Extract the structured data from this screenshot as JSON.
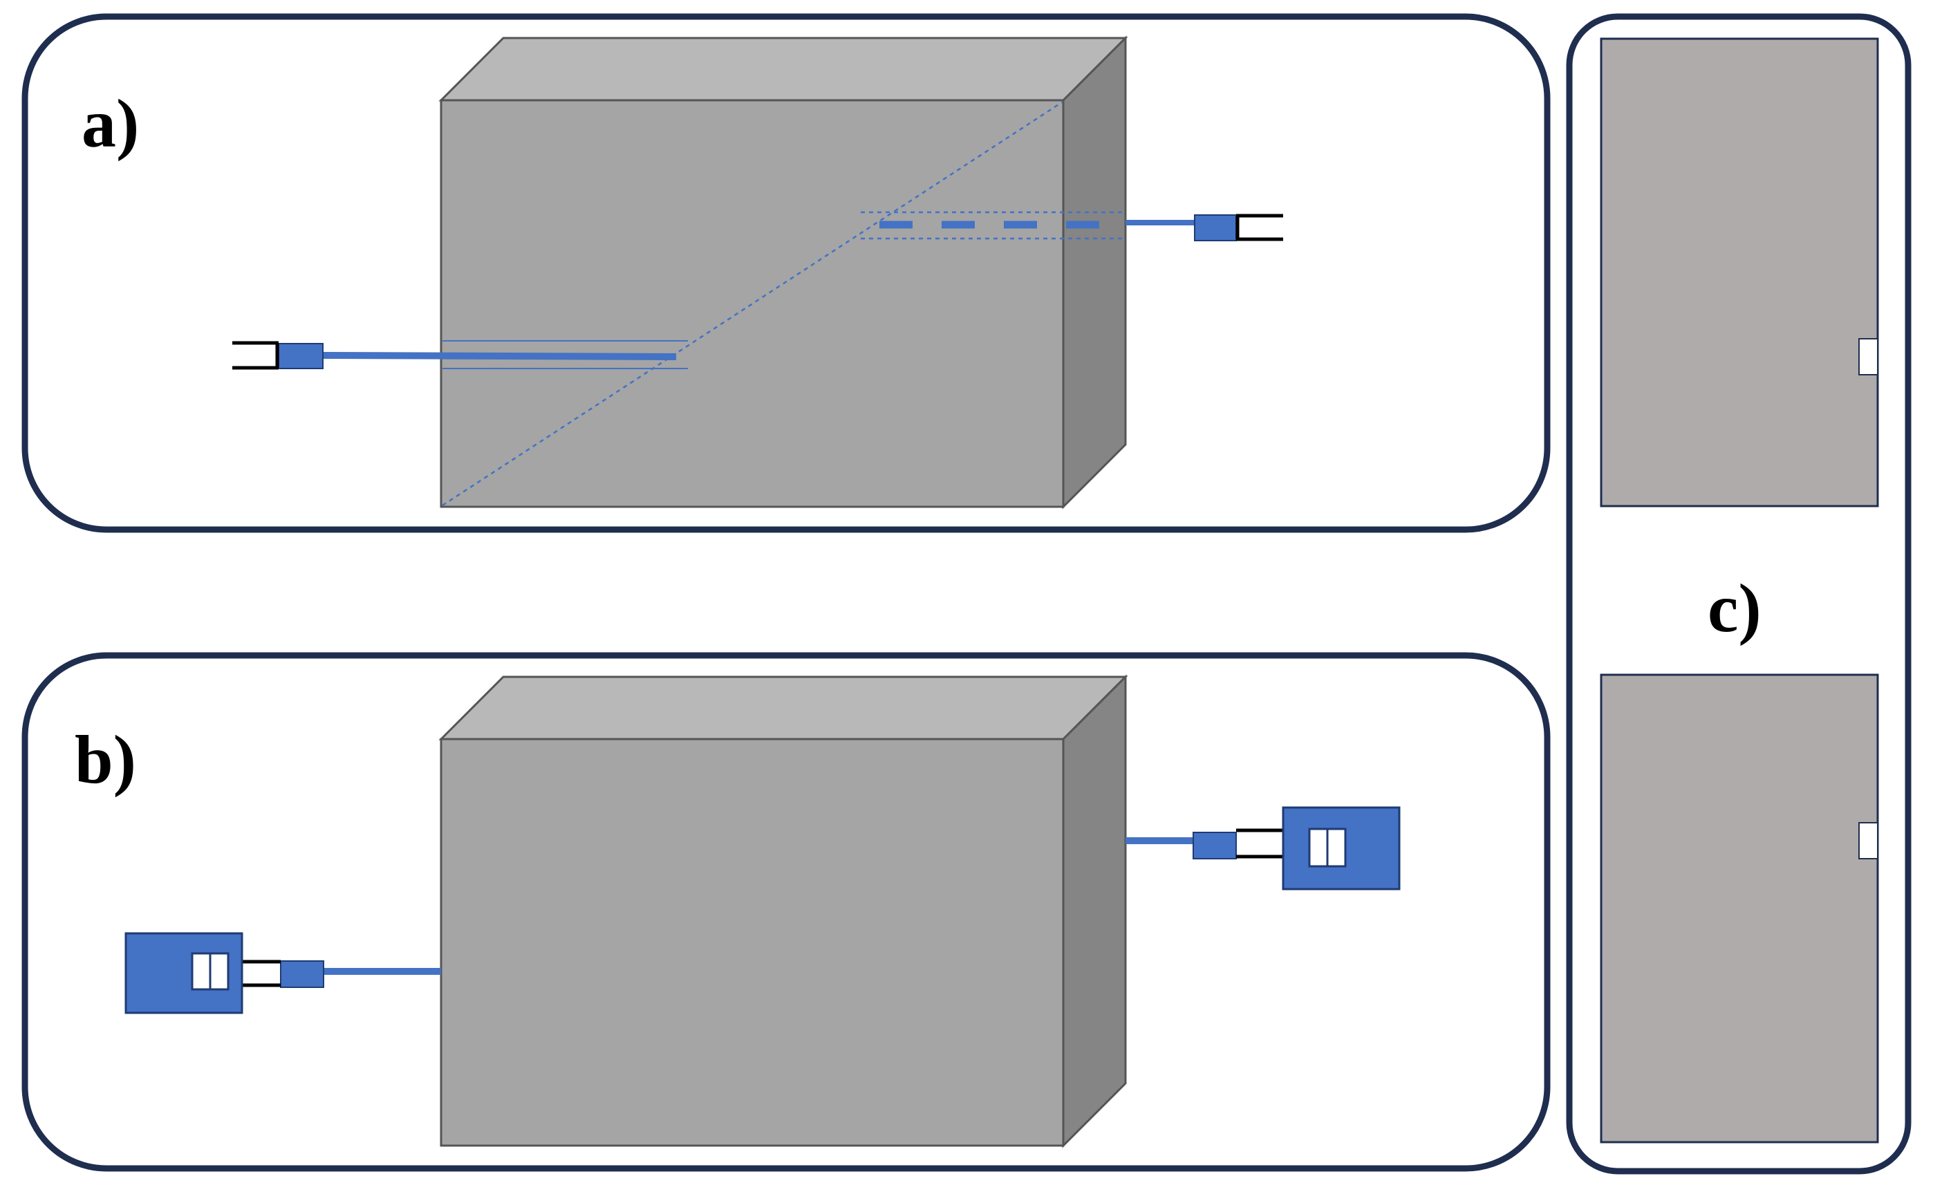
{
  "panels": {
    "a": {
      "label": "a)"
    },
    "b": {
      "label": "b)"
    },
    "c": {
      "label": "c)"
    }
  },
  "colors": {
    "frame_stroke": "#1f2d4f",
    "box_front": "#a5a5a5",
    "box_top": "#b8b8b8",
    "box_side": "#858585",
    "box_edge": "#555555",
    "cable_blue": "#4472c4",
    "plate_gray": "#afabab",
    "slot_white": "#ffffff",
    "prong_black": "#000000"
  }
}
